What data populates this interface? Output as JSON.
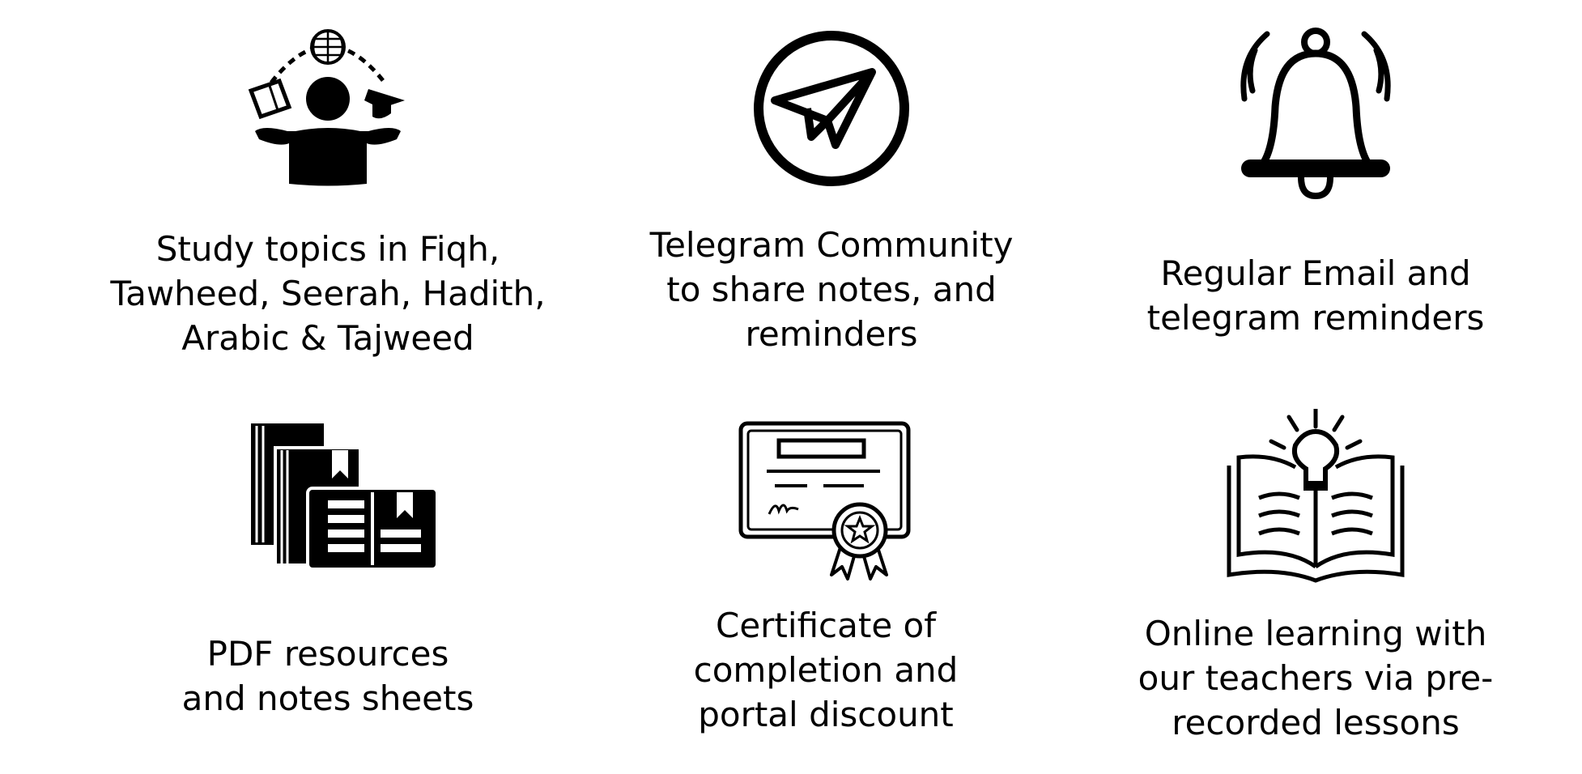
{
  "features": [
    {
      "icon": "learner-juggling-icon",
      "text": "Study topics in Fiqh,\nTawheed, Seerah, Hadith,\nArabic & Tajweed"
    },
    {
      "icon": "telegram-icon",
      "text": "Telegram Community\nto share notes, and\nreminders"
    },
    {
      "icon": "bell-icon",
      "text": "Regular Email and\ntelegram reminders"
    },
    {
      "icon": "books-icon",
      "text": "PDF resources\nand notes sheets"
    },
    {
      "icon": "certificate-icon",
      "text": "Certificate of\ncompletion and\nportal discount"
    },
    {
      "icon": "open-book-idea-icon",
      "text": "Online learning with\nour teachers via pre-\nrecorded lessons"
    }
  ]
}
